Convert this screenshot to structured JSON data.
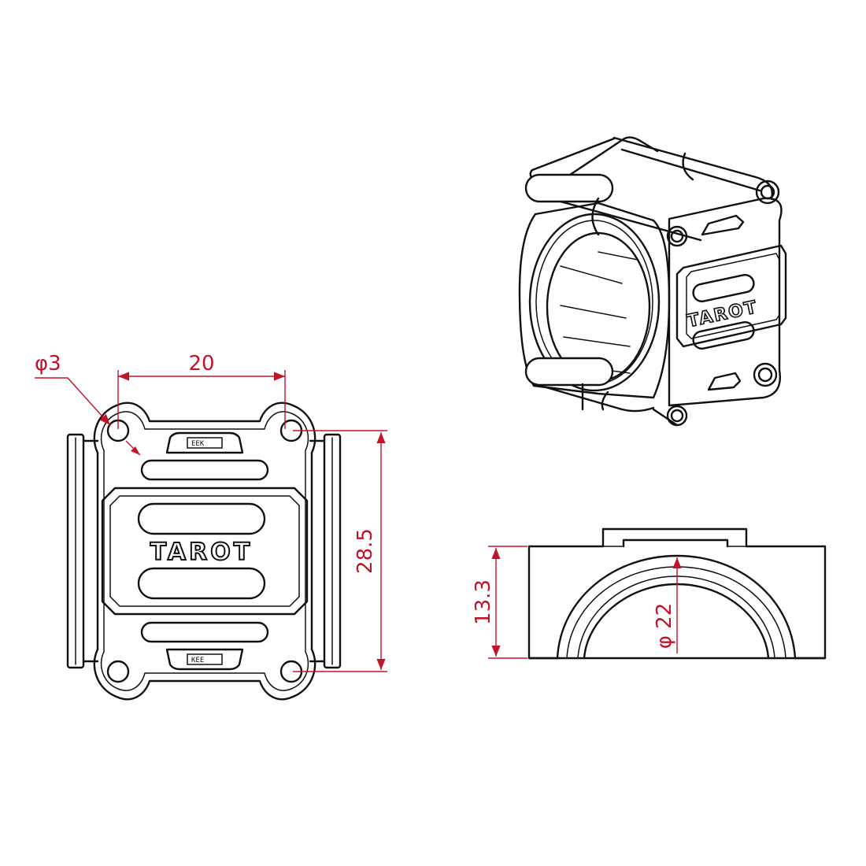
{
  "brand": "TAROT",
  "dimensions": {
    "hole_diameter": "φ3",
    "hole_spacing_horizontal": "20",
    "hole_spacing_vertical": "28.5",
    "height": "13.3",
    "tube_diameter": "φ 22"
  },
  "colors": {
    "line": "#111111",
    "dimension": "#c0142a",
    "background": "#ffffff"
  }
}
